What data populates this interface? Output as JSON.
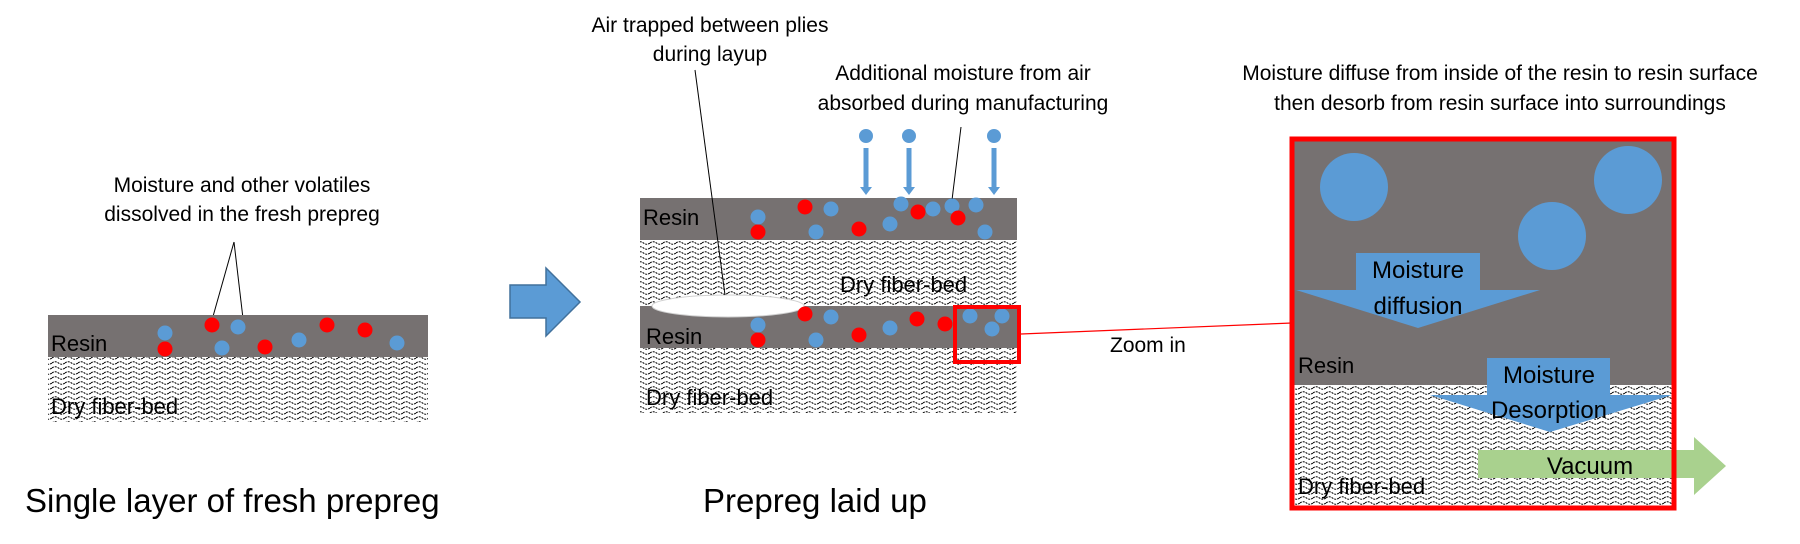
{
  "colors": {
    "resin": "#767171",
    "moisture": "#5b9bd5",
    "volatile": "#ff0000",
    "highlight": "#ff0000",
    "vacuum": "#a9d18e",
    "process_arrow": "#5b9bd5"
  },
  "panel_single": {
    "caption": "Single layer of fresh prepreg",
    "note_line1": "Moisture and other volatiles",
    "note_line2": "dissolved in the fresh prepreg",
    "resin_label": "Resin",
    "fiber_label": "Dry fiber-bed"
  },
  "process_arrow": {
    "icon": "right-arrow-icon"
  },
  "panel_laidup": {
    "caption": "Prepreg laid up",
    "air_note_line1": "Air trapped between plies",
    "air_note_line2": "during layup",
    "moisture_note_line1": "Additional moisture from air",
    "moisture_note_line2": "absorbed during manufacturing",
    "resin_label_top": "Resin",
    "fiber_label_top": "Dry fiber-bed",
    "resin_label_bottom": "Resin",
    "fiber_label_bottom": "Dry fiber-bed"
  },
  "zoom": {
    "label": "Zoom in",
    "note_line1": "Moisture diffuse from inside of the resin to resin surface",
    "note_line2": "then desorb from resin surface into surroundings",
    "diffusion_line1": "Moisture",
    "diffusion_line2": "diffusion",
    "desorption_line1": "Moisture",
    "desorption_line2": "Desorption",
    "vacuum_label": "Vacuum",
    "resin_label": "Resin",
    "fiber_label": "Dry fiber-bed"
  }
}
